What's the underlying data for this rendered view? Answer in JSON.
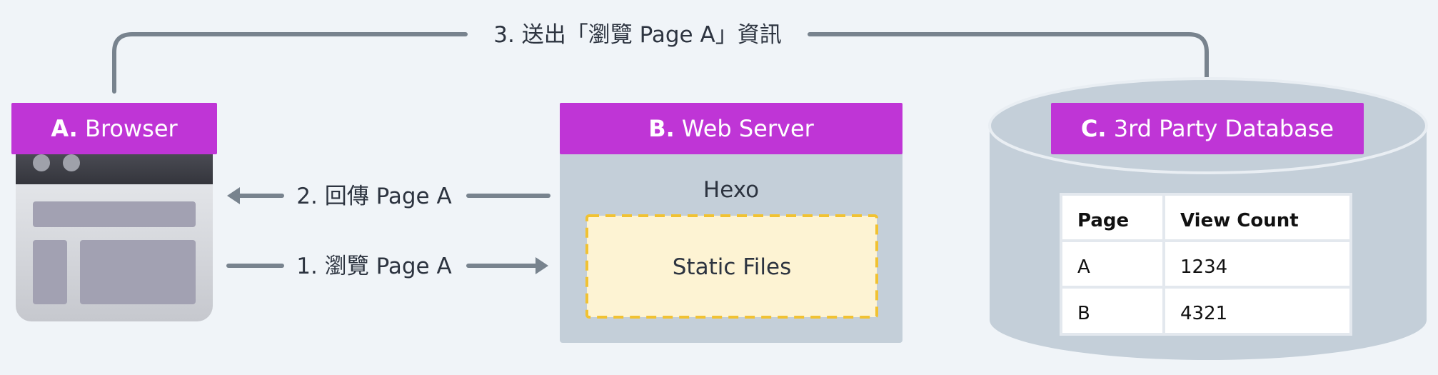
{
  "browser": {
    "header_letter": "A.",
    "header_name": "Browser"
  },
  "web_server": {
    "header_letter": "B.",
    "header_name": "Web Server",
    "engine": "Hexo",
    "static_files": "Static Files"
  },
  "database": {
    "header_letter": "C.",
    "header_name": "3rd Party Database",
    "table": {
      "columns": [
        "Page",
        "View Count"
      ],
      "rows": [
        [
          "A",
          "1234"
        ],
        [
          "B",
          "4321"
        ]
      ]
    }
  },
  "arrows": {
    "step1": "1.  瀏覽 Page A",
    "step2": "2.  回傳 Page A",
    "step3": "3.  送出「瀏覽 Page A」資訊"
  },
  "colors": {
    "header": "#bf35d6",
    "arrow": "#78838e",
    "server_body": "#c4cfd9",
    "static_fill": "#fdf3d3",
    "static_border": "#f1c232",
    "cylinder": "#c4cfd9"
  }
}
